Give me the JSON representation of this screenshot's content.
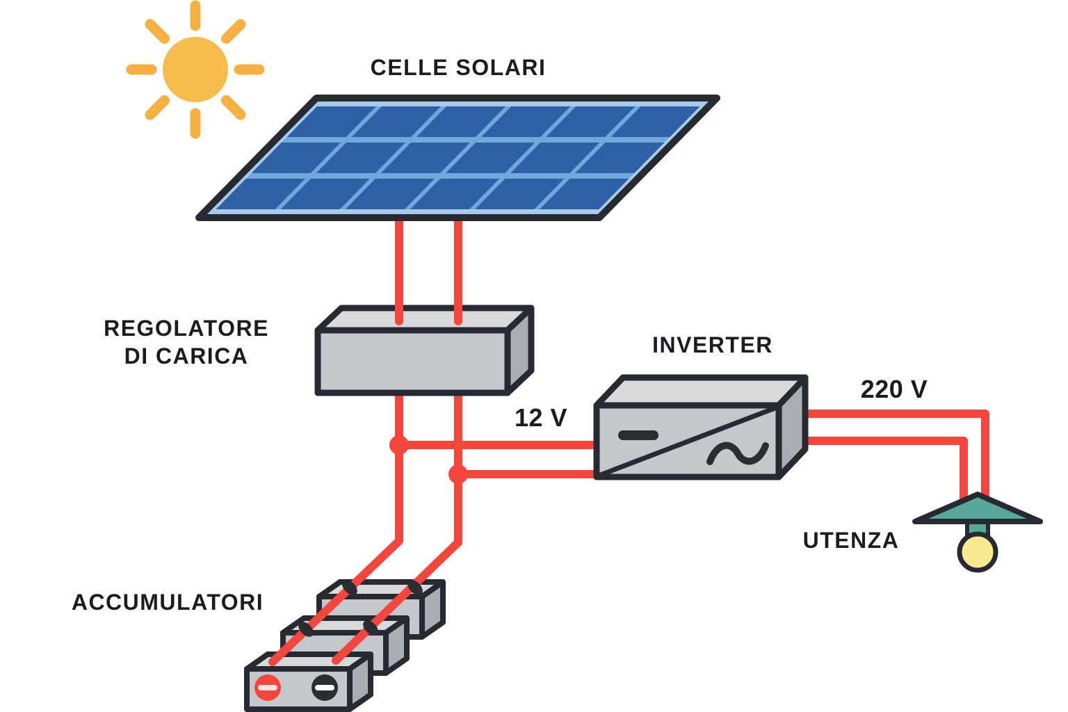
{
  "diagram": {
    "labels": {
      "solar_cells": "CELLE SOLARI",
      "regulator_line1": "REGOLATORE",
      "regulator_line2": "DI CARICA",
      "inverter": "INVERTER",
      "accumulators": "ACCUMULATORI",
      "load": "UTENZA"
    },
    "values": {
      "dc_voltage": "12 V",
      "ac_voltage": "220 V"
    }
  },
  "colors": {
    "wire": "#F5463D",
    "outline": "#272B31",
    "text": "#191C21",
    "panel_frame": "#A7CCEB",
    "panel_grid": "#6FA9DB",
    "panel_cell": "#2F5FA5",
    "box_front": "#C4C7CB",
    "box_top": "#D7D9DB",
    "box_side": "#A9AEB3",
    "sun_body": "#F8BC4C",
    "sun_rays": "#F7B042",
    "lamp_shade": "#57A89B",
    "bulb": "#F7E98F",
    "terminal_red": "#F5463D",
    "terminal_dark": "#2A2E33",
    "terminal_bar_on_red": "#FBE3DF",
    "terminal_bar_on_dark": "#FFFFFF"
  }
}
